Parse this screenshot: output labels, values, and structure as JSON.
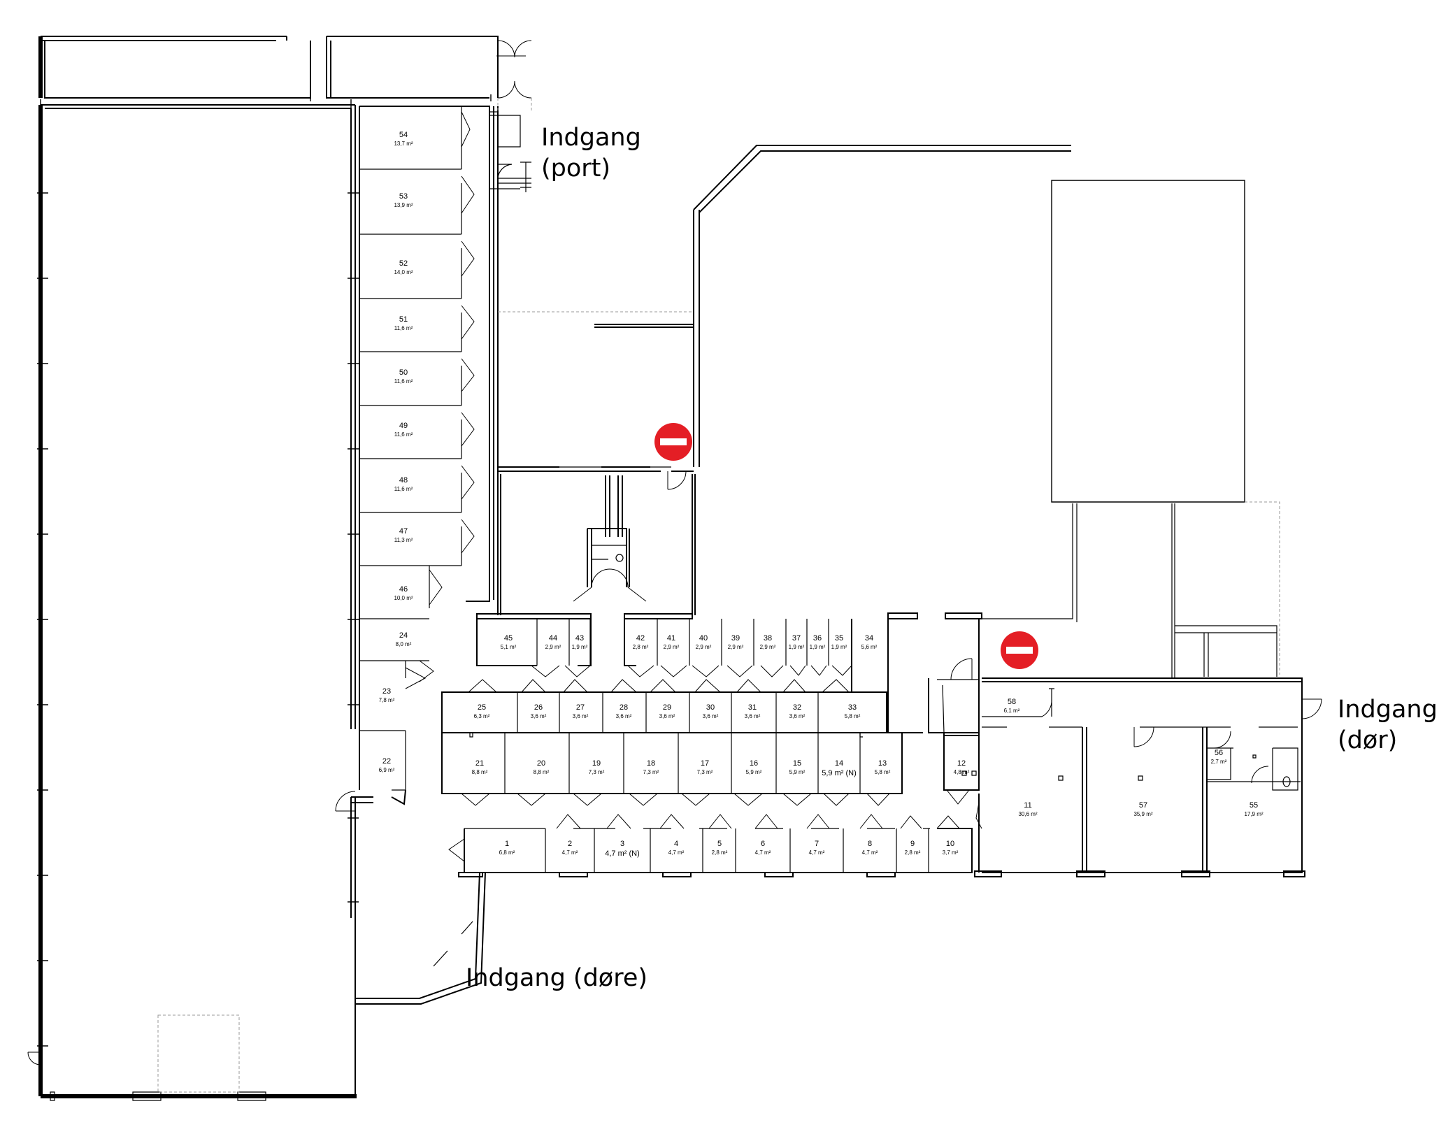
{
  "entrances": {
    "port": [
      "Indgang",
      "(port)"
    ],
    "door_right": [
      "Indgang",
      "(dør)"
    ],
    "doors_bottom": "Indgang (døre)"
  },
  "colors": {
    "no_entry": "#e41e25",
    "walls": "#000000",
    "muted": "#9a9a9a"
  },
  "no_entry_signs": [
    "no-entry-icon",
    "no-entry-icon"
  ],
  "units": [
    {
      "n": "54",
      "a": "13,7 m²"
    },
    {
      "n": "53",
      "a": "13,9 m²"
    },
    {
      "n": "52",
      "a": "14,0 m²"
    },
    {
      "n": "51",
      "a": "11,6 m²"
    },
    {
      "n": "50",
      "a": "11,6 m²"
    },
    {
      "n": "49",
      "a": "11,6 m²"
    },
    {
      "n": "48",
      "a": "11,6 m²"
    },
    {
      "n": "47",
      "a": "11,3 m²"
    },
    {
      "n": "46",
      "a": "10,0 m²"
    },
    {
      "n": "24",
      "a": "8,0 m²"
    },
    {
      "n": "23",
      "a": "7,8 m²"
    },
    {
      "n": "22",
      "a": "6,9 m²"
    },
    {
      "n": "45",
      "a": "5,1 m²"
    },
    {
      "n": "44",
      "a": "2,9 m²"
    },
    {
      "n": "43",
      "a": "1,9 m²"
    },
    {
      "n": "42",
      "a": "2,8 m²"
    },
    {
      "n": "41",
      "a": "2,9 m²"
    },
    {
      "n": "40",
      "a": "2,9 m²"
    },
    {
      "n": "39",
      "a": "2,9 m²"
    },
    {
      "n": "38",
      "a": "2,9 m²"
    },
    {
      "n": "37",
      "a": "1,9 m²"
    },
    {
      "n": "36",
      "a": "1,9 m²"
    },
    {
      "n": "35",
      "a": "1,9 m²"
    },
    {
      "n": "34",
      "a": "5,6 m²"
    },
    {
      "n": "25",
      "a": "6,3 m²"
    },
    {
      "n": "26",
      "a": "3,6 m²"
    },
    {
      "n": "27",
      "a": "3,6 m²"
    },
    {
      "n": "28",
      "a": "3,6 m²"
    },
    {
      "n": "29",
      "a": "3,6 m²"
    },
    {
      "n": "30",
      "a": "3,6 m²"
    },
    {
      "n": "31",
      "a": "3,6 m²"
    },
    {
      "n": "32",
      "a": "3,6 m²"
    },
    {
      "n": "33",
      "a": "5,8 m²"
    },
    {
      "n": "21",
      "a": "8,8 m²"
    },
    {
      "n": "20",
      "a": "8,8 m²"
    },
    {
      "n": "19",
      "a": "7,3 m²"
    },
    {
      "n": "18",
      "a": "7,3 m²"
    },
    {
      "n": "17",
      "a": "7,3 m²"
    },
    {
      "n": "16",
      "a": "5,9 m²"
    },
    {
      "n": "15",
      "a": "5,9 m²"
    },
    {
      "n": "14",
      "a": "5,9 m² (N)"
    },
    {
      "n": "13",
      "a": "5,8 m²"
    },
    {
      "n": "12",
      "a": "4,8 m²"
    },
    {
      "n": "1",
      "a": "6,8 m²"
    },
    {
      "n": "2",
      "a": "4,7 m²"
    },
    {
      "n": "3",
      "a": "4,7 m² (N)"
    },
    {
      "n": "4",
      "a": "4,7 m²"
    },
    {
      "n": "5",
      "a": "2,8 m²"
    },
    {
      "n": "6",
      "a": "4,7 m²"
    },
    {
      "n": "7",
      "a": "4,7 m²"
    },
    {
      "n": "8",
      "a": "4,7 m²"
    },
    {
      "n": "9",
      "a": "2,8 m²"
    },
    {
      "n": "10",
      "a": "3,7 m²"
    },
    {
      "n": "58",
      "a": "6,1 m²"
    },
    {
      "n": "56",
      "a": "2,7 m²"
    },
    {
      "n": "11",
      "a": "30,6 m²"
    },
    {
      "n": "57",
      "a": "35,9 m²"
    },
    {
      "n": "55",
      "a": "17,9 m²"
    }
  ]
}
